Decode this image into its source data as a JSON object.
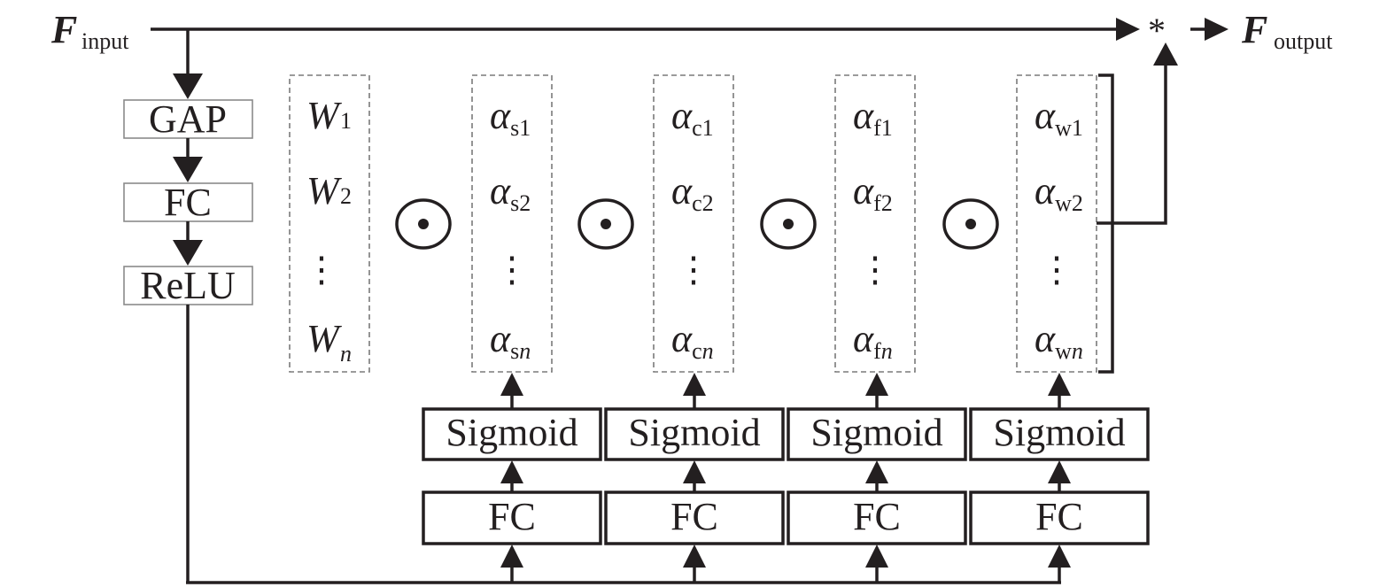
{
  "diagram": {
    "input": {
      "symbol": "F",
      "subscript": "input"
    },
    "output": {
      "symbol": "F",
      "subscript": "output"
    },
    "multiply_symbol": "*",
    "hadamard_symbol": "⊙",
    "left_pipeline": [
      "GAP",
      "FC",
      "ReLU"
    ],
    "weights": {
      "symbol": "W",
      "entries": [
        {
          "sub": "1",
          "italic_sub": false
        },
        {
          "sub": "2",
          "italic_sub": false
        },
        {
          "sub": "n",
          "italic_sub": true
        }
      ],
      "ellipsis": "⋮"
    },
    "attention_branches": [
      {
        "id": "s",
        "symbol": "α",
        "entries": [
          "s1",
          "s2",
          "sn"
        ],
        "activation": "Sigmoid",
        "layer": "FC"
      },
      {
        "id": "c",
        "symbol": "α",
        "entries": [
          "c1",
          "c2",
          "cn"
        ],
        "activation": "Sigmoid",
        "layer": "FC"
      },
      {
        "id": "f",
        "symbol": "α",
        "entries": [
          "f1",
          "f2",
          "fn"
        ],
        "activation": "Sigmoid",
        "layer": "FC"
      },
      {
        "id": "w",
        "symbol": "α",
        "entries": [
          "w1",
          "w2",
          "wn"
        ],
        "activation": "Sigmoid",
        "layer": "FC"
      }
    ],
    "ellipsis": "⋮"
  }
}
